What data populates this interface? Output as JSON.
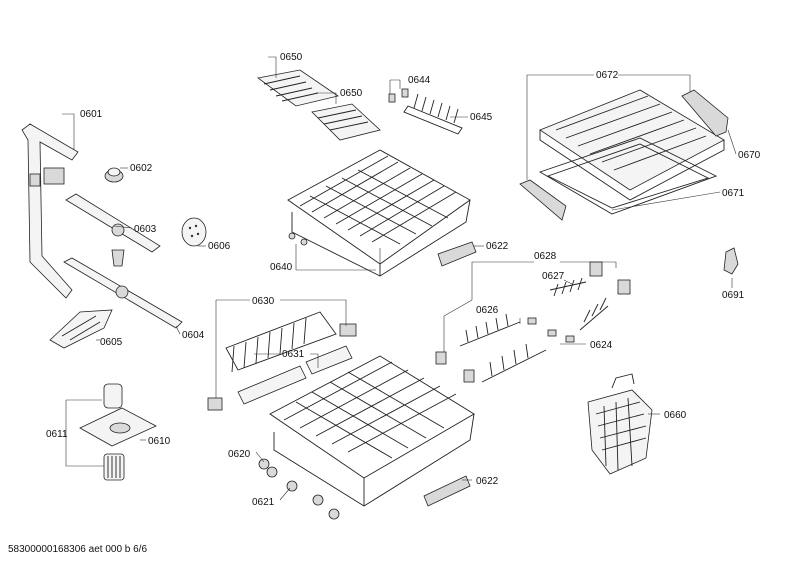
{
  "labels": {
    "l0650a": "0650",
    "l0650b": "0650",
    "l0644": "0644",
    "l0645": "0645",
    "l0672": "0672",
    "l0670": "0670",
    "l0671": "0671",
    "l0601": "0601",
    "l0602": "0602",
    "l0603": "0603",
    "l0606": "0606",
    "l0604": "0604",
    "l0605": "0605",
    "l0640": "0640",
    "l0622a": "0622",
    "l0628": "0628",
    "l0627": "0627",
    "l0626": "0626",
    "l0624": "0624",
    "l0691": "0691",
    "l0630": "0630",
    "l0631": "0631",
    "l0611": "0611",
    "l0610": "0610",
    "l0620": "0620",
    "l0621": "0621",
    "l0622b": "0622",
    "l0660": "0660"
  },
  "footer": "58300000168306 aet 000 b 6/6"
}
